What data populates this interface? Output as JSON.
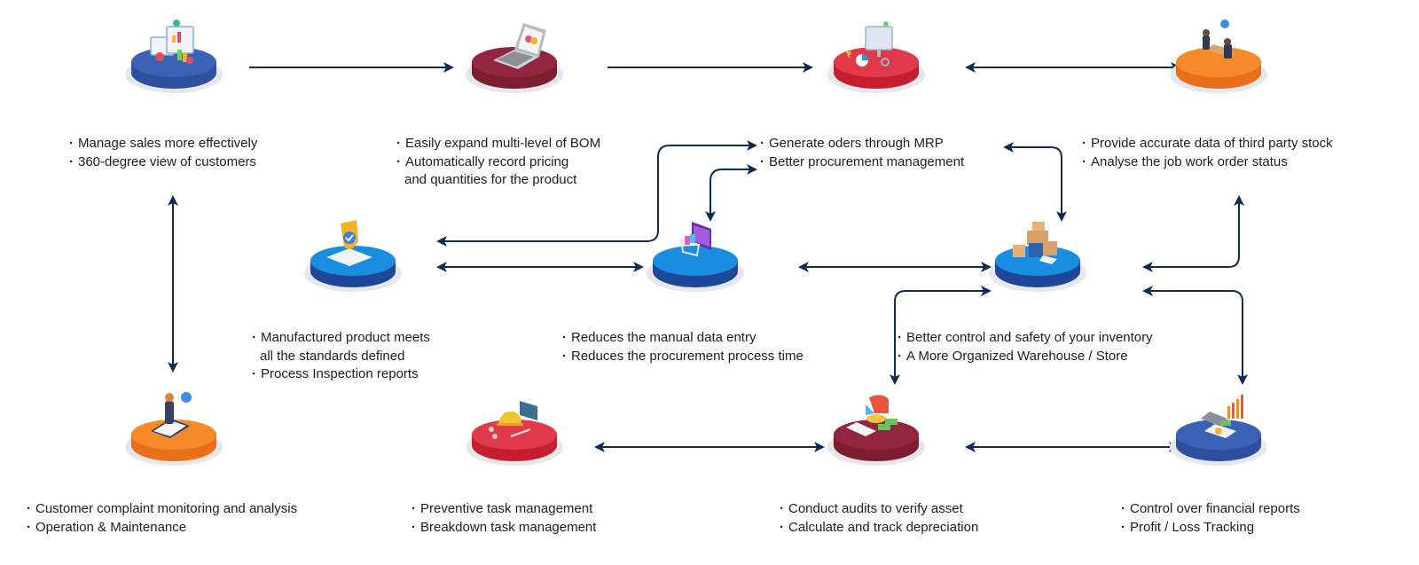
{
  "diagram": {
    "arrow_color": "#0f2a56",
    "nodes": [
      {
        "id": "crm",
        "icon": "crm-dashboard-icon",
        "platform_color": "#2d4f9e",
        "platform_top_color": "#3b62b4",
        "lines": [
          {
            "text": "Manage sales more effectively",
            "bullet": true
          },
          {
            "text": "360-degree view of customers",
            "bullet": true
          }
        ]
      },
      {
        "id": "bom",
        "icon": "laptop-design-icon",
        "platform_color": "#7a1e30",
        "platform_top_color": "#922540",
        "lines": [
          {
            "text": "Easily expand multi-level of BOM",
            "bullet": true
          },
          {
            "text": "Automatically record pricing",
            "bullet": true
          },
          {
            "text": "and quantities for the product",
            "bullet": false
          }
        ]
      },
      {
        "id": "mrp",
        "icon": "planning-monitor-icon",
        "platform_color": "#c41f2e",
        "platform_top_color": "#e03a4b",
        "lines": [
          {
            "text": "Generate oders through MRP",
            "bullet": true
          },
          {
            "text": "Better procurement management",
            "bullet": true
          }
        ]
      },
      {
        "id": "job-work",
        "icon": "business-meeting-icon",
        "platform_color": "#e8701c",
        "platform_top_color": "#f58a2a",
        "lines": [
          {
            "text": "Provide accurate data of third party stock",
            "bullet": true
          },
          {
            "text": "Analyse the job work order status",
            "bullet": true
          }
        ]
      },
      {
        "id": "quality",
        "icon": "quality-shield-icon",
        "platform_color": "#1f4797",
        "platform_top_color": "#1a8de0",
        "lines": [
          {
            "text": "Manufactured product meets",
            "bullet": true
          },
          {
            "text": "all the standards defined",
            "bullet": false
          },
          {
            "text": "Process Inspection reports",
            "bullet": true
          }
        ]
      },
      {
        "id": "purchase",
        "icon": "shopping-cart-icon",
        "platform_color": "#1f4797",
        "platform_top_color": "#1a8de0",
        "lines": [
          {
            "text": "Reduces the manual data entry",
            "bullet": true
          },
          {
            "text": "Reduces the procurement process time",
            "bullet": true
          }
        ]
      },
      {
        "id": "inventory",
        "icon": "warehouse-boxes-icon",
        "platform_color": "#1f4797",
        "platform_top_color": "#1a8de0",
        "lines": [
          {
            "text": "Better control and safety of your inventory",
            "bullet": true
          },
          {
            "text": "A More Organized Warehouse / Store",
            "bullet": true
          }
        ]
      },
      {
        "id": "service",
        "icon": "customer-support-icon",
        "platform_color": "#e8701c",
        "platform_top_color": "#f58a2a",
        "lines": [
          {
            "text": "Customer complaint monitoring and analysis",
            "bullet": true
          },
          {
            "text": "Operation & Maintenance",
            "bullet": true
          }
        ]
      },
      {
        "id": "maintenance",
        "icon": "hard-hat-tools-icon",
        "platform_color": "#c41f2e",
        "platform_top_color": "#e03a4b",
        "lines": [
          {
            "text": "Preventive task management",
            "bullet": true
          },
          {
            "text": "Breakdown task management",
            "bullet": true
          }
        ]
      },
      {
        "id": "asset",
        "icon": "asset-pie-chart-icon",
        "platform_color": "#7a1e30",
        "platform_top_color": "#922540",
        "lines": [
          {
            "text": "Conduct audits to verify asset",
            "bullet": true
          },
          {
            "text": "Calculate and track depreciation",
            "bullet": true
          }
        ]
      },
      {
        "id": "accounts",
        "icon": "finance-calculator-icon",
        "platform_color": "#2d4f9e",
        "platform_top_color": "#3b62b4",
        "lines": [
          {
            "text": "Control over financial reports",
            "bullet": true
          },
          {
            "text": "Profit / Loss Tracking",
            "bullet": true
          }
        ]
      }
    ],
    "connections": [
      {
        "from": "crm",
        "to": "bom",
        "direction": "one-way"
      },
      {
        "from": "bom",
        "to": "mrp",
        "direction": "one-way"
      },
      {
        "from": "mrp",
        "to": "job-work",
        "direction": "two-way"
      },
      {
        "from": "crm",
        "to": "service",
        "direction": "two-way"
      },
      {
        "from": "mrp",
        "to": "quality",
        "direction": "two-way"
      },
      {
        "from": "quality",
        "to": "purchase",
        "direction": "two-way"
      },
      {
        "from": "mrp",
        "to": "purchase",
        "direction": "two-way"
      },
      {
        "from": "purchase",
        "to": "inventory",
        "direction": "two-way"
      },
      {
        "from": "mrp",
        "to": "inventory",
        "direction": "two-way"
      },
      {
        "from": "inventory",
        "to": "job-work",
        "direction": "two-way"
      },
      {
        "from": "inventory",
        "to": "asset",
        "direction": "two-way"
      },
      {
        "from": "inventory",
        "to": "accounts",
        "direction": "two-way"
      },
      {
        "from": "maintenance",
        "to": "asset",
        "direction": "two-way"
      },
      {
        "from": "asset",
        "to": "accounts",
        "direction": "two-way"
      }
    ]
  }
}
